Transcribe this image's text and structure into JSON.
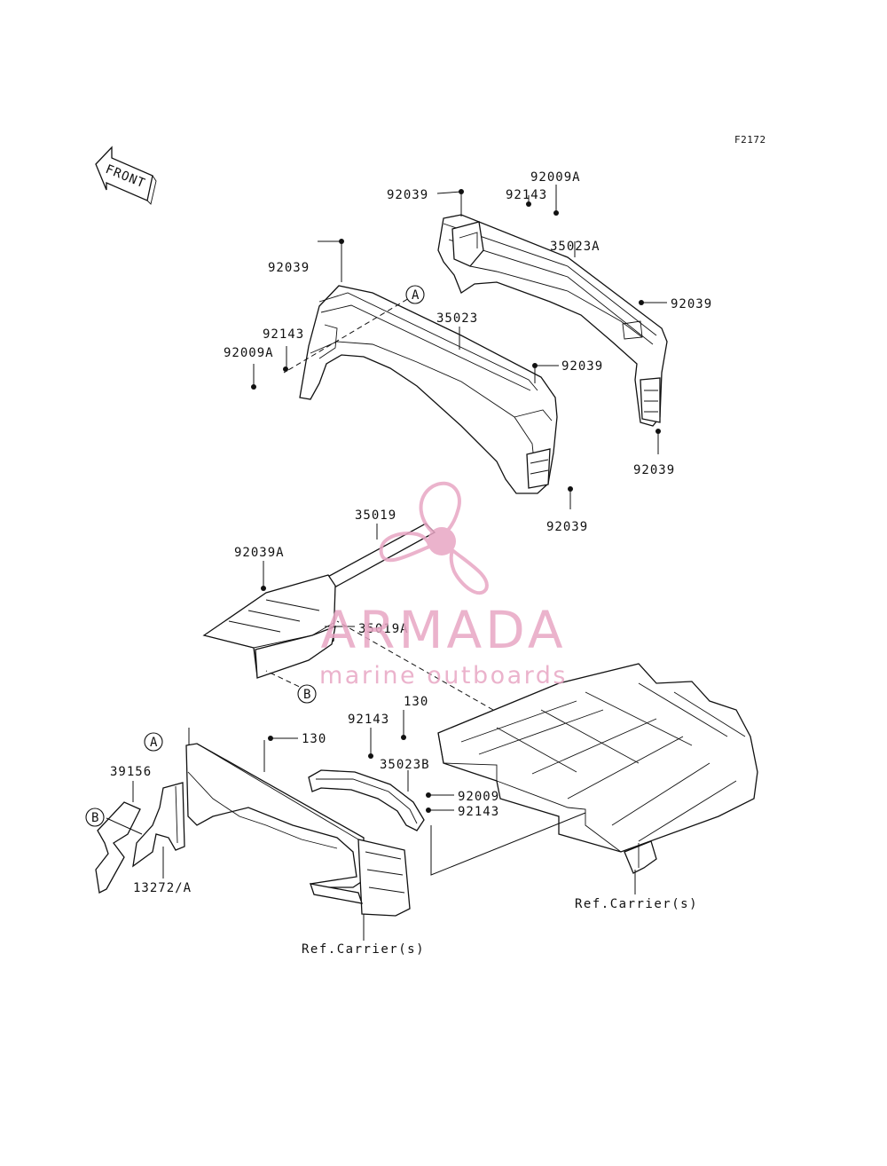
{
  "figure_code": "F2172",
  "front_arrow": "FRONT",
  "callouts": {
    "a_upper": "A",
    "a_lower": "A",
    "b_upper": "B",
    "b_lower": "B"
  },
  "labels": {
    "p92039_a": "92039",
    "p92143_a": "92143",
    "p92009a_a": "92009A",
    "p35023a": "35023A",
    "p92039_b": "92039",
    "p92039_c": "92039",
    "p92039_d": "92039",
    "p35023": "35023",
    "p92143_b": "92143",
    "p92009a_b": "92009A",
    "p92039_e": "92039",
    "p92039_f": "92039",
    "p35019": "35019",
    "p92039a": "92039A",
    "p35019a": "35019A",
    "p130_a": "130",
    "p92143_c": "92143",
    "p130_b": "130",
    "p35023b": "35023B",
    "p92009": "92009",
    "p92143_d": "92143",
    "p39156": "39156",
    "p13272a": "13272/A",
    "ref_carrier_1": "Ref.Carrier(s)",
    "ref_carrier_2": "Ref.Carrier(s)"
  },
  "watermark": {
    "brand": "ARMADA",
    "tagline": "marine outboards",
    "color": "#e8a6c4"
  }
}
